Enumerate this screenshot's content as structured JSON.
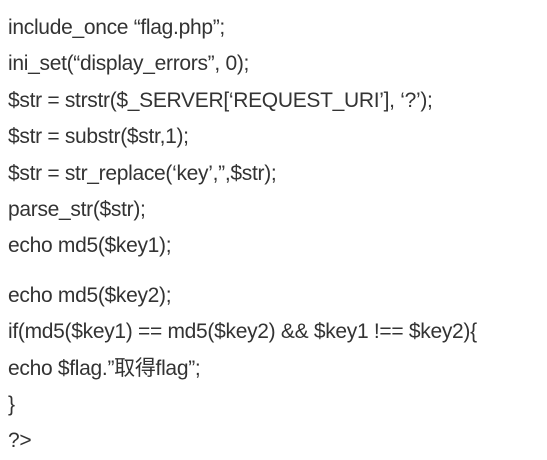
{
  "code": {
    "lines_a": [
      "include_once “flag.php”;",
      "ini_set(“display_errors”, 0);",
      "$str = strstr($_SERVER[‘REQUEST_URI’], ‘?’);",
      "$str = substr($str,1);",
      "$str = str_replace(‘key’,”,$str);",
      "parse_str($str);",
      "echo md5($key1);"
    ],
    "lines_b": [
      "echo md5($key2);",
      "if(md5($key1) == md5($key2) && $key1 !== $key2){",
      "echo $flag.”取得flag”;",
      "}",
      "?>"
    ]
  }
}
